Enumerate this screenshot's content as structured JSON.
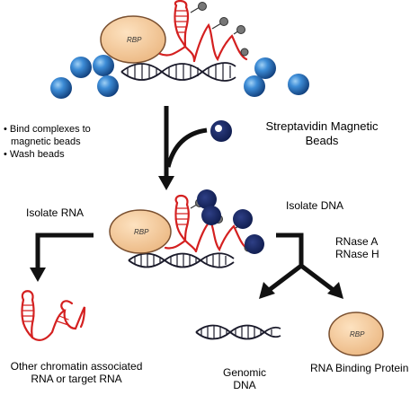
{
  "diagram": {
    "rbp_label": "RBP",
    "steps": [
      "Bind complexes to",
      "magnetic beads",
      "Wash beads"
    ],
    "streptavidin_label": [
      "Streptavidin Magnetic",
      "Beads"
    ],
    "isolate_rna": "Isolate RNA",
    "isolate_dna": "Isolate DNA",
    "rnase": [
      "RNase A",
      "RNase H"
    ],
    "rna_output": [
      "Other chromatin associated",
      "RNA or target RNA"
    ],
    "dna_output": [
      "Genomic",
      "DNA"
    ],
    "protein_output": "RNA Binding Protein",
    "colors": {
      "rna": "#d42020",
      "protein_fill": "#f4c896",
      "protein_stroke": "#7a5030",
      "bead": "#1d4f8f",
      "bead_light": "#4f9bdc",
      "streptavidin_bead": "#0d1e54",
      "dna": "#1a1a2a",
      "arrow": "#111111"
    }
  }
}
